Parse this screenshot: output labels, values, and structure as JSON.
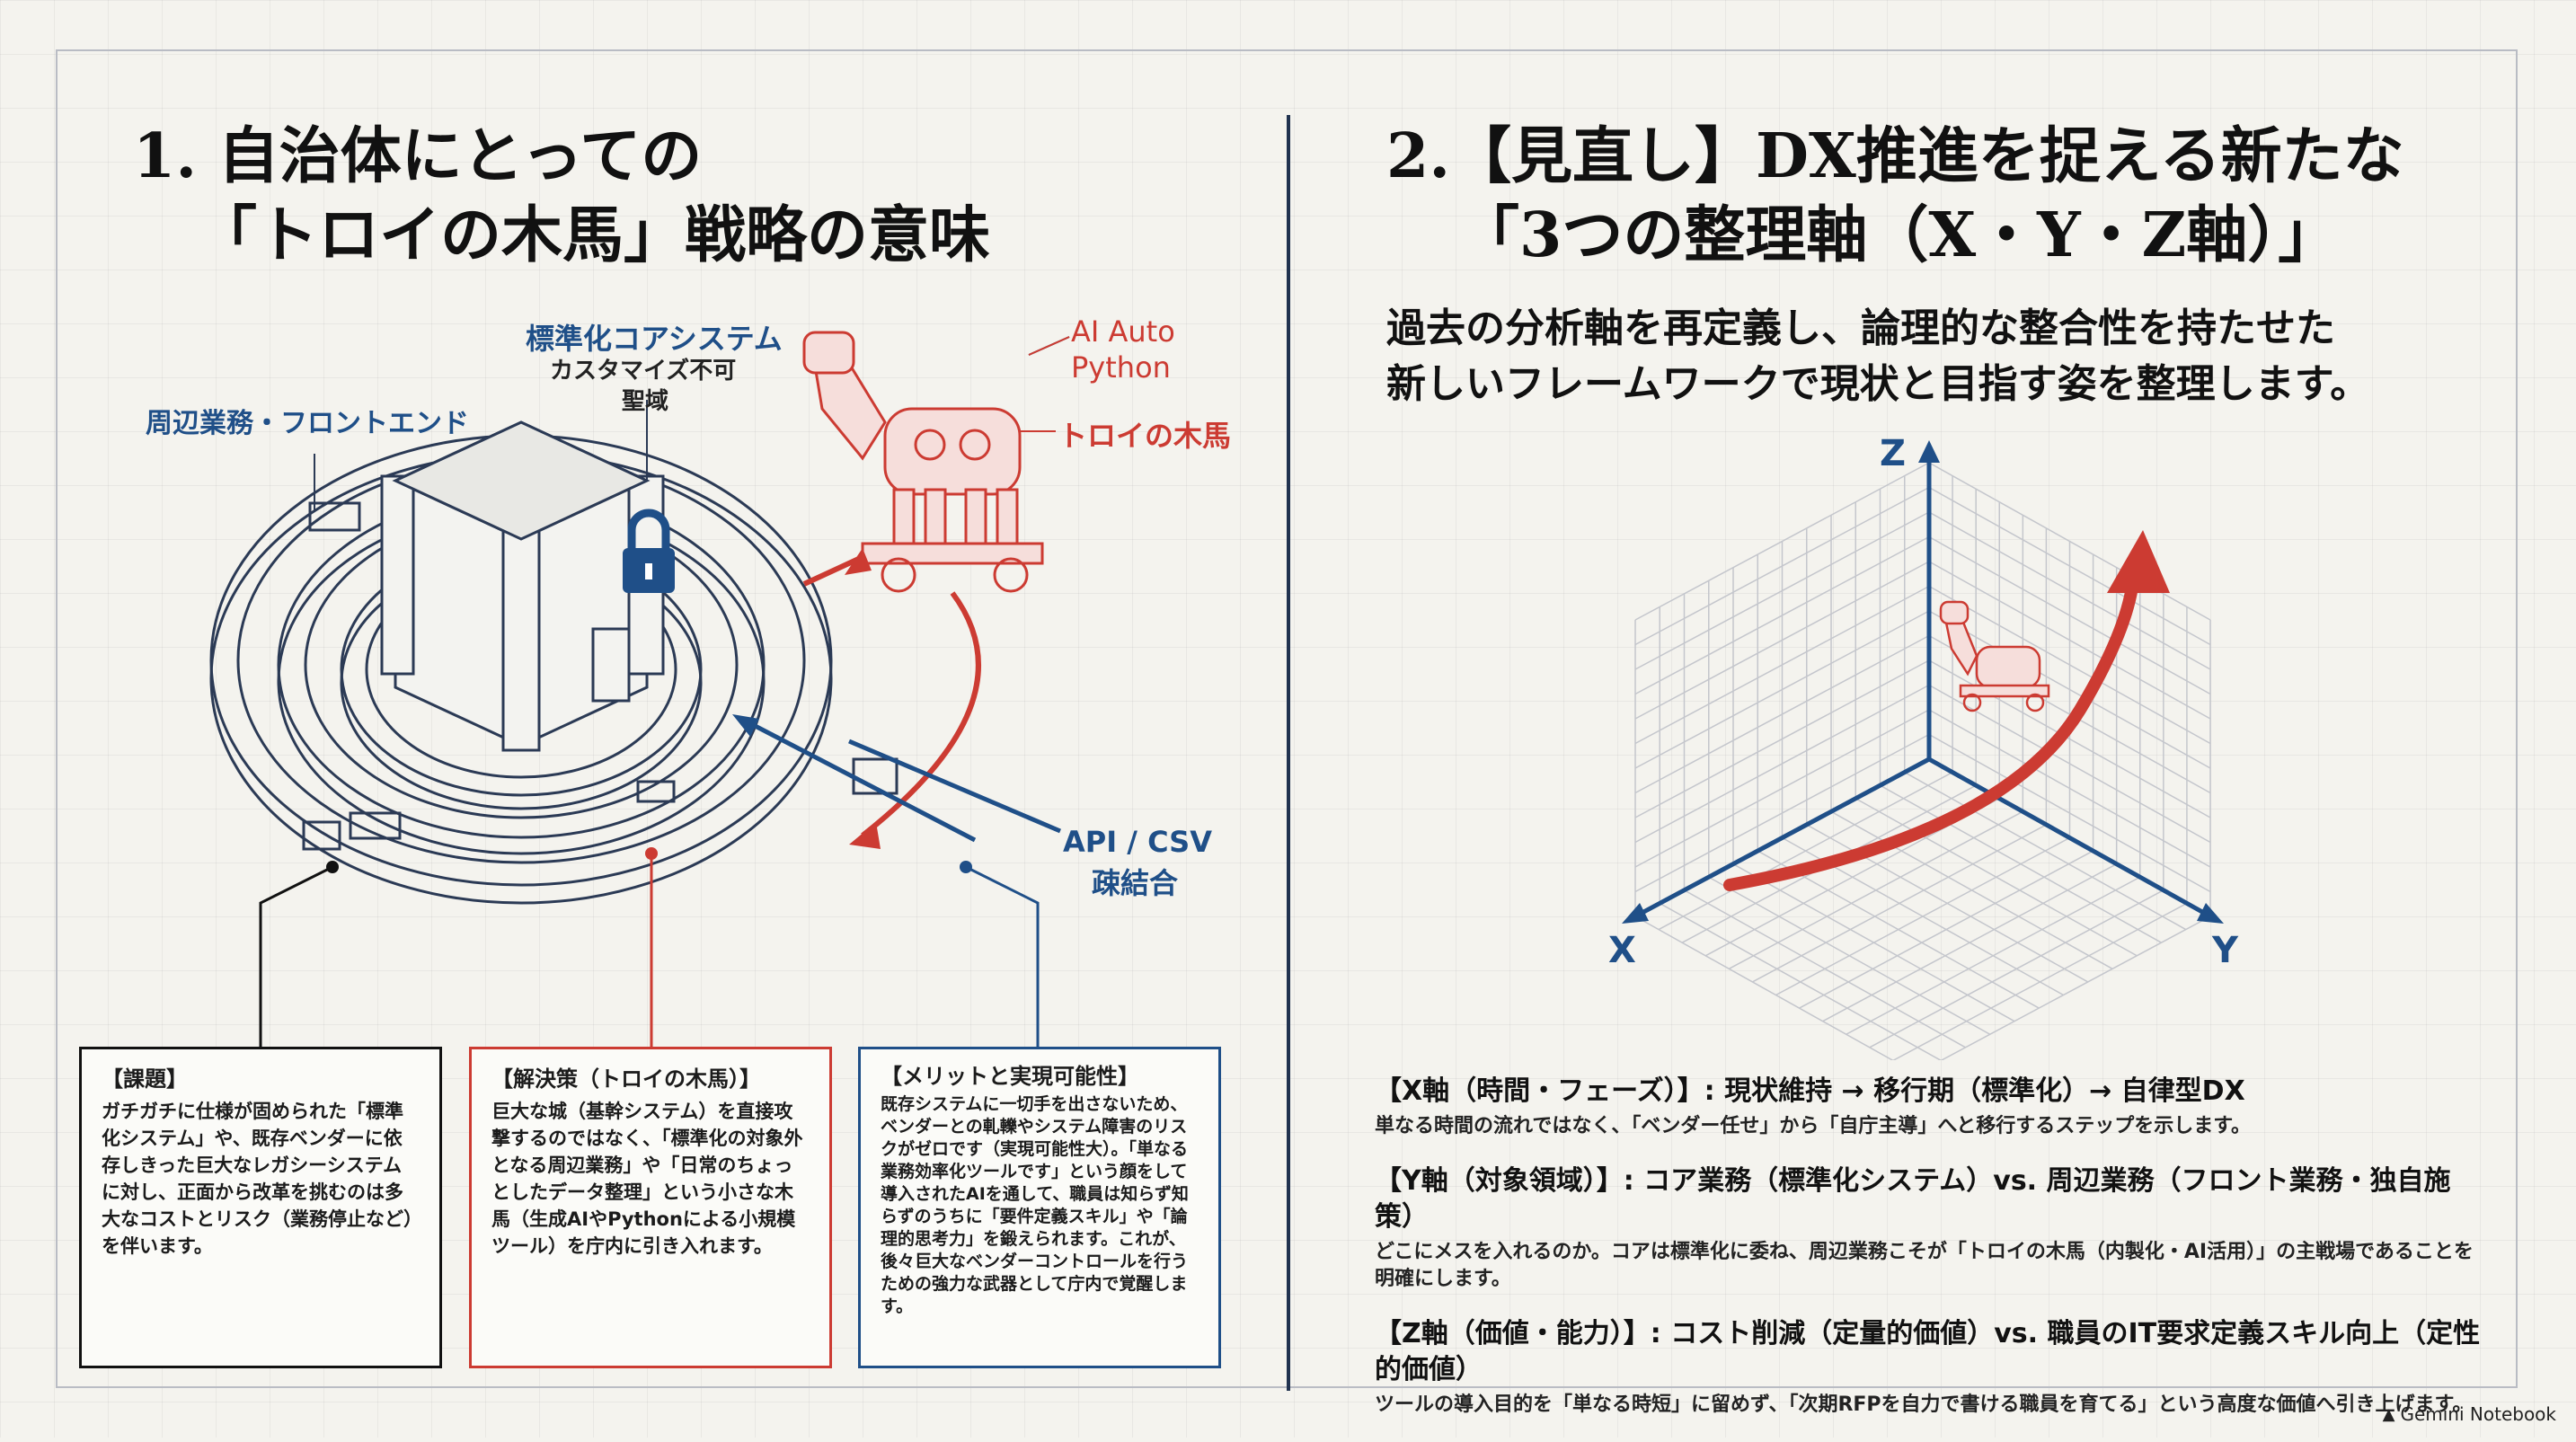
{
  "left": {
    "title_line1": "1. 自治体にとっての",
    "title_line2": "「トロイの木馬」戦略の意味",
    "labels": {
      "core_title": "標準化コアシステム",
      "core_sub1": "カスタマイズ不可",
      "core_sub2": "聖域",
      "peripheral": "周辺業務・フロントエンド",
      "ai_line1": "AI Auto",
      "ai_line2": "Python",
      "trojan": "トロイの木馬",
      "api_line1": "API / CSV",
      "api_line2": "疎結合"
    },
    "boxes": [
      {
        "head": "【課題】",
        "body": "ガチガチに仕様が固められた「標準化システム」や、既存ベンダーに依存しきった巨大なレガシーシステムに対し、正面から改革を挑むのは多大なコストとリスク（業務停止など）を伴います。"
      },
      {
        "head": "【解決策（トロイの木馬）】",
        "body": "巨大な城（基幹システム）を直接攻撃するのではなく、「標準化の対象外となる周辺業務」や「日常のちょっとしたデータ整理」という小さな木馬（生成AIやPythonによる小規模ツール）を庁内に引き入れます。"
      },
      {
        "head": "【メリットと実現可能性】",
        "body": "既存システムに一切手を出さないため、ベンダーとの軋轢やシステム障害のリスクがゼロです（実現可能性大）。「単なる業務効率化ツールです」という顔をして導入されたAIを通して、職員は知らず知らずのうちに「要件定義スキル」や「論理的思考力」を鍛えられます。これが、後々巨大なベンダーコントロールを行うための強力な武器として庁内で覚醒します。"
      }
    ]
  },
  "right": {
    "title_line1": "2.【見直し】DX推進を捉える新たな",
    "title_line2": "「3つの整理軸（X・Y・Z軸）」",
    "subtitle_line1": "過去の分析軸を再定義し、論理的な整合性を持たせた",
    "subtitle_line2": "新しいフレームワークで現状と目指す姿を整理します。",
    "axis_x": "X",
    "axis_y": "Y",
    "axis_z": "Z",
    "axes": [
      {
        "head": "【X軸（時間・フェーズ）】: 現状維持 → 移行期（標準化）→ 自律型DX",
        "desc": "単なる時間の流れではなく、「ベンダー任せ」から「自庁主導」へと移行するステップを示します。"
      },
      {
        "head": "【Y軸（対象領域）】: コア業務（標準化システム）vs. 周辺業務（フロント業務・独自施策）",
        "desc": "どこにメスを入れるのか。コアは標準化に委ね、周辺業務こそが「トロイの木馬（内製化・AI活用）」の主戦場であることを明確にします。"
      },
      {
        "head": "【Z軸（価値・能力）】: コスト削減（定量的価値）vs. 職員のIT要求定義スキル向上（定性的価値）",
        "desc": "ツールの導入目的を「単なる時短」に留めず、「次期RFPを自力で書ける職員を育てる」という高度な価値へ引き上げます。"
      }
    ]
  },
  "footer": {
    "brand": "Gemini Notebook"
  },
  "colors": {
    "navy": "#1f4f88",
    "red": "#cc3b32",
    "ink": "#1b1b1b"
  }
}
